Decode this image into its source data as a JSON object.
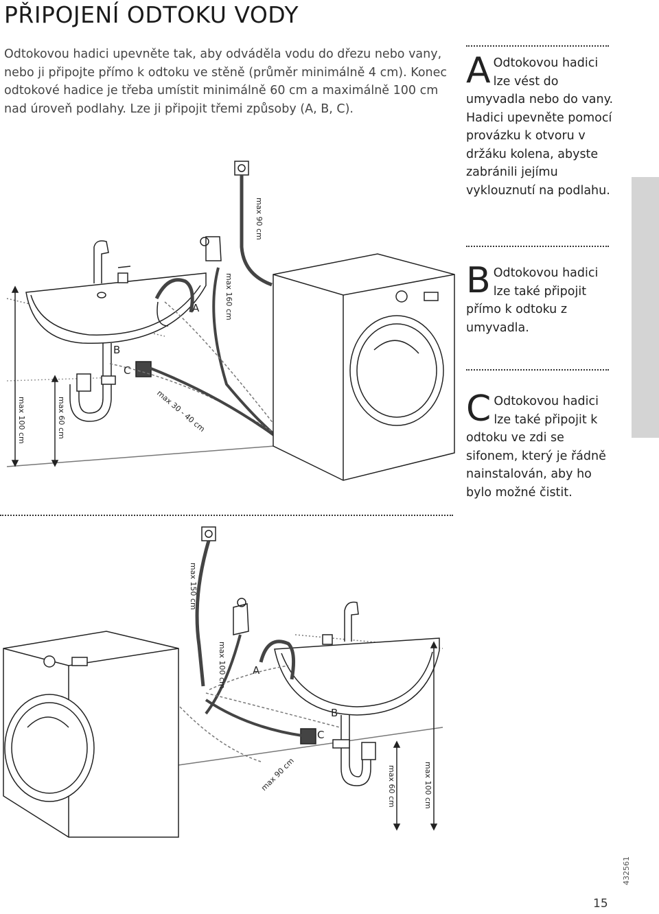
{
  "title": "PŘIPOJENÍ ODTOKU VODY",
  "intro": "Odtokovou hadici upevněte tak, aby odváděla vodu do dřezu nebo vany, nebo ji připojte přímo k odtoku ve stěně (průměr minimálně 4 cm). Konec odtokové hadice je třeba umístit minimálně 60 cm a maximálně 100 cm nad úroveň podlahy. Lze ji připojit třemi způsoby (A, B, C).",
  "notes": {
    "a": {
      "letter": "A",
      "text": "Odtokovou hadici lze vést do umyvadla nebo do vany. Hadici upevněte pomocí provázku k otvoru v držáku kolena, abyste zabránili jejímu vyklouznutí na podlahu."
    },
    "b": {
      "letter": "B",
      "text": "Odtokovou hadici lze také připojit přímo k odtoku z umyvadla."
    },
    "c": {
      "letter": "C",
      "text": "Odtokovou hadici lze také připojit k odtoku ve zdi se sifonem, který je řádně nainstalován, aby ho bylo možné čistit."
    }
  },
  "diagram_top": {
    "label_a": "A",
    "label_b": "B",
    "label_c": "C",
    "max90": "max 90 cm",
    "max160": "max 160 cm",
    "max30_40": "max 30 - 40 cm",
    "max100": "max 100 cm",
    "max60": "max 60 cm"
  },
  "diagram_bottom": {
    "label_a": "A",
    "label_b": "B",
    "label_c": "C",
    "max150": "max 150 cm",
    "max100_hose": "max 100 cm",
    "max90": "max 90 cm",
    "max60": "max 60 cm",
    "max100": "max 100 cm"
  },
  "page_number": "15",
  "doc_code": "432561"
}
